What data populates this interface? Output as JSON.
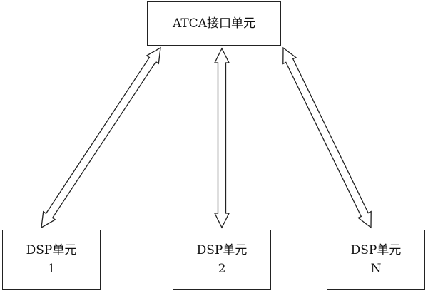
{
  "diagram": {
    "top_unit": {
      "label": "ATCA接口单元"
    },
    "dsp_units": [
      {
        "label": "DSP单元",
        "index": "1"
      },
      {
        "label": "DSP单元",
        "index": "2"
      },
      {
        "label": "DSP单元",
        "index": "N"
      }
    ],
    "connections": [
      {
        "from": "top_unit",
        "to": "dsp_units.0",
        "bidirectional": true
      },
      {
        "from": "top_unit",
        "to": "dsp_units.1",
        "bidirectional": true
      },
      {
        "from": "top_unit",
        "to": "dsp_units.2",
        "bidirectional": true
      }
    ]
  }
}
